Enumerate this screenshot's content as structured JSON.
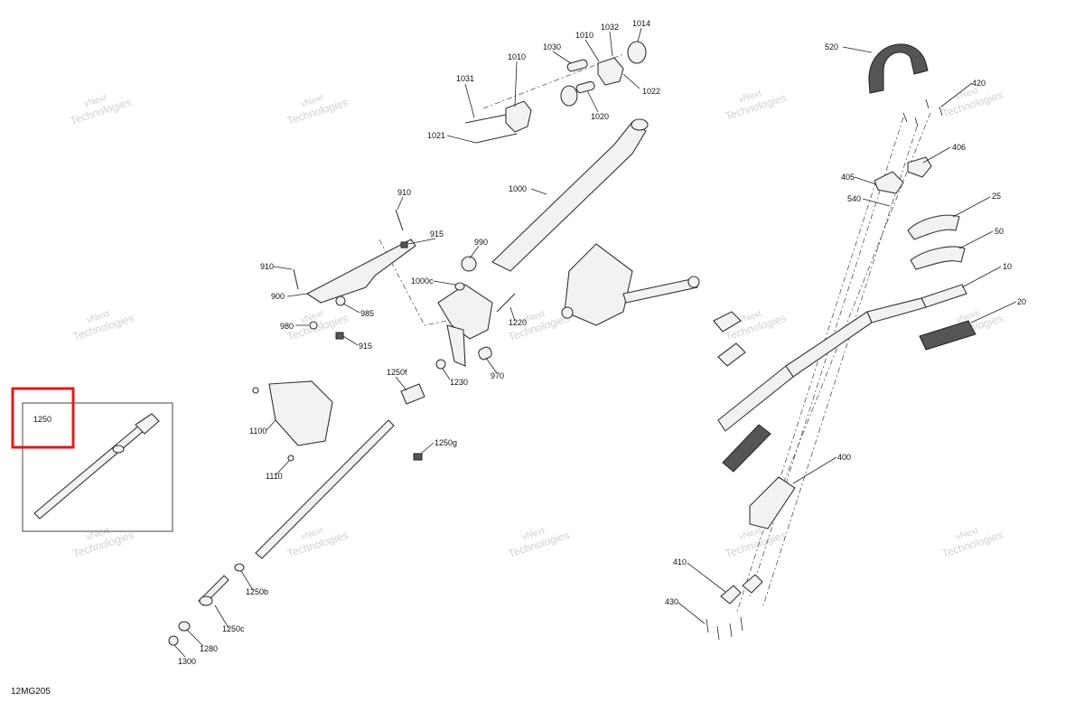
{
  "diagram": {
    "drawing_code": "12MG205",
    "highlight_color": "#e01b1b",
    "inset": {
      "label": "1250"
    },
    "watermark": {
      "line1": "vNext",
      "line2": "Technologies"
    },
    "callouts": [
      "1031",
      "1010",
      "1030",
      "1010",
      "1032",
      "1014",
      "1022",
      "1020",
      "1021",
      "1000",
      "910",
      "915",
      "990",
      "910",
      "900",
      "1000c",
      "985",
      "980",
      "915",
      "1220",
      "1230",
      "970",
      "1250f",
      "1250g",
      "1100",
      "1110",
      "1250b",
      "1250c",
      "1280",
      "1300",
      "520",
      "420",
      "406",
      "405",
      "540",
      "25",
      "50",
      "10",
      "20",
      "400",
      "410",
      "430"
    ]
  }
}
